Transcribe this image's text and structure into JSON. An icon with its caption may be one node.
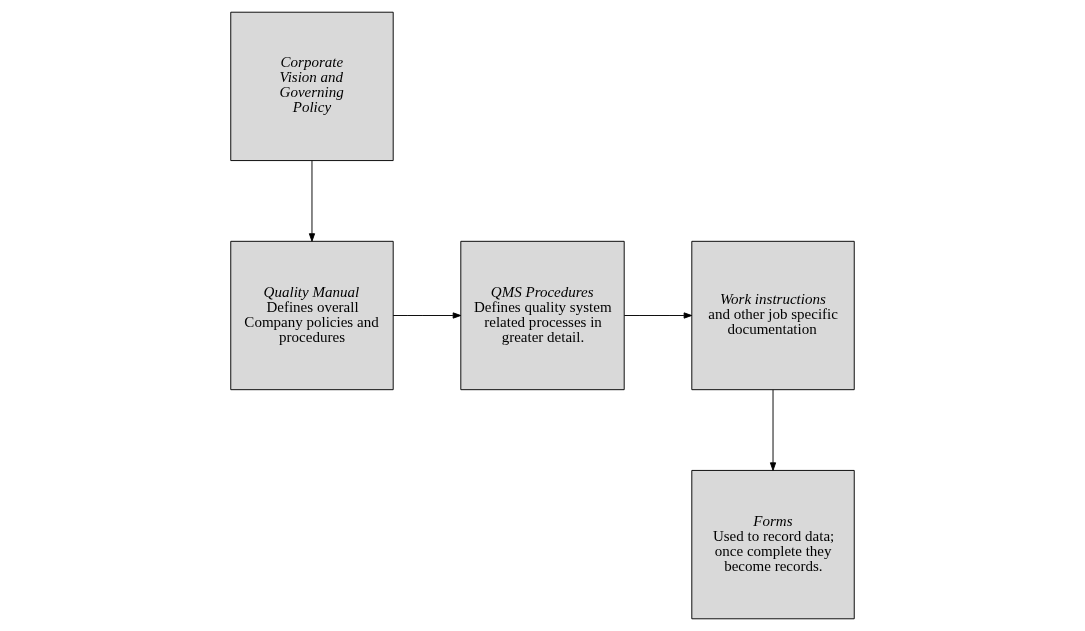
{
  "diagram": {
    "nodes": [
      {
        "text": [
          "Corporate Vision and Governing Policy"
        ]
      },
      {
        "text": [
          "Quality Manual",
          "Defines overall Company policies and procedures"
        ]
      },
      {
        "text": [
          "QMS Procedures",
          "Defines quality system related processes in greater detail."
        ]
      },
      {
        "text": [
          "*Work instructions* and other job specific documentation"
        ]
      },
      {
        "text": [
          "Forms",
          "Used to record data; once complete they become records."
        ]
      }
    ],
    "edges": [
      {
        "from": 0,
        "to": 1,
        "arrow": "to"
      },
      {
        "from": 1,
        "to": 2,
        "arrow": "to"
      },
      {
        "from": 2,
        "to": 3,
        "arrow": "to"
      },
      {
        "from": 3,
        "to": 4,
        "arrow": "to"
      }
    ]
  }
}
